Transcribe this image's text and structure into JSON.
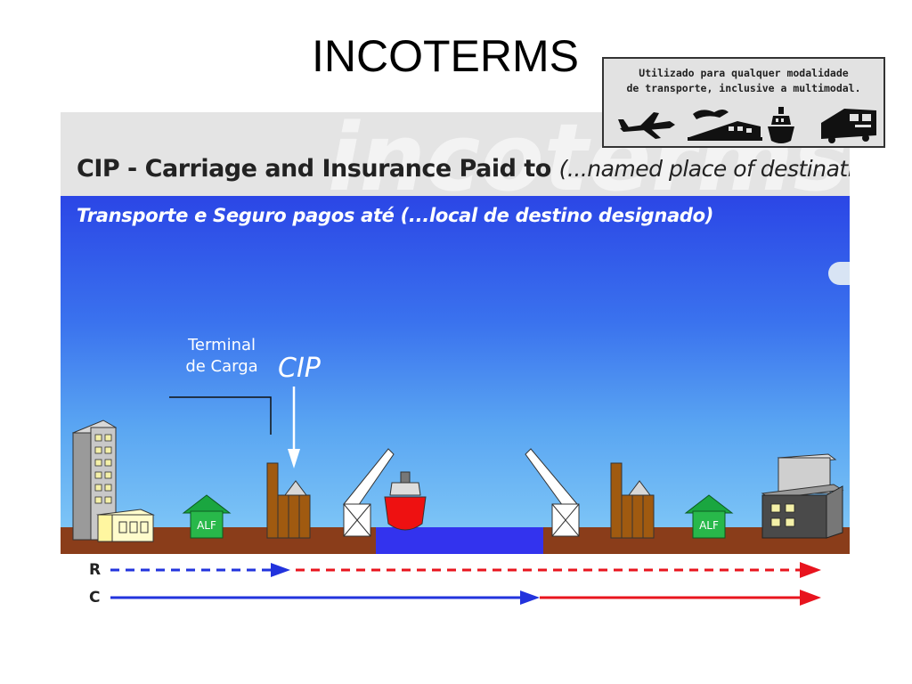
{
  "slide": {
    "title": "INCOTERMS"
  },
  "header": {
    "watermark": "incoterms",
    "term_code": "CIP - Carriage and Insurance Paid to",
    "term_named_place": "(...named place of destination)",
    "pt_translation": "Transporte e Seguro pagos até (...local de destino designado)"
  },
  "scene": {
    "terminal_label_line1": "Terminal",
    "terminal_label_line2": "de Carga",
    "delivery_point_label": "CIP",
    "warehouse_left_label": "ALF",
    "warehouse_right_label": "ALF"
  },
  "info_box": {
    "line1": "Utilizado para qualquer modalidade",
    "line2": "de transporte, inclusive a multimodal.",
    "icons": [
      "airplane-icon",
      "train-icon",
      "ship-icon",
      "truck-icon"
    ]
  },
  "legend": {
    "risk_letter": "R",
    "cost_letter": "C"
  },
  "colors": {
    "seller": "#2233dd",
    "buyer": "#e8141e",
    "ground": "#8a3d1a",
    "water": "#3333ee"
  }
}
